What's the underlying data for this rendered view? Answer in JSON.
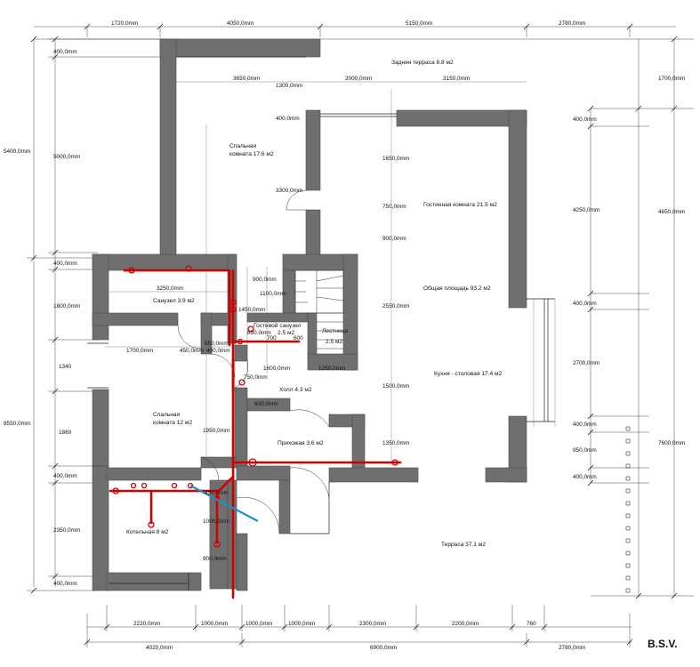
{
  "signature": "B.S.V.",
  "rooms": {
    "back_terrace": "Задняя терраса  8.8 м2",
    "bedroom_top_1": "Спальная",
    "bedroom_top_2": "комната    17.6 м2",
    "living_room": "Гостинная комната   21.5 м2",
    "total_area": "Общая площадь 93.2 м2",
    "bathroom": "Санузел  3.9 м2",
    "guest_bath_1": "Гостевой санузел",
    "guest_bath_2": "2.5 м2",
    "stairs_1": "Лестница",
    "stairs_2": "2.5 м2",
    "kitchen": "Кухня - столовая     17.4 м2",
    "hall": "Холл   4.3 м2",
    "bedroom_left_1": "Спальная",
    "bedroom_left_2": "комната   12 м2",
    "entrance": "Прихожая  3.6 м2",
    "boiler": "Котельная     8 м2",
    "terrace": "Терраса  37.1 м2"
  },
  "dims_top": [
    "1720,0mm",
    "4050,0mm",
    "5150,0mm",
    "2780,0mm"
  ],
  "dims_bottom_1": [
    "2220,0mm",
    "1000,0mm",
    "1000,0mm",
    "1000,0mm",
    "2300,0mm",
    "2200,0mm",
    "760"
  ],
  "dims_bottom_2": [
    "4020,0mm",
    "6900,0mm",
    "2780,0mm"
  ],
  "dims_left_outer": [
    "5400,0mm",
    "8550,0mm"
  ],
  "dims_left_inner": [
    "400,0mm",
    "5000,0mm",
    "400,0mm",
    "1800,0mm",
    "1340",
    "1860",
    "400,0mm",
    "2350,0mm",
    "400,0mm"
  ],
  "dims_right_outer": [
    "1700,0mm",
    "4650,0mm",
    "7600,0mm"
  ],
  "dims_right_inner": [
    "400,0mm",
    "4250,0mm",
    "400,0mm",
    "2700,0mm",
    "400,0mm",
    "950,0mm",
    "400,0mm"
  ],
  "dims_interior": {
    "d3650": "3650,0mm",
    "d1300": "1300,0mm",
    "d2000": "2000,0mm",
    "d3150": "3150,0mm",
    "d400a": "400,0mm",
    "d1650": "1650,0mm",
    "d3300": "3300,0mm",
    "d750a": "750,0mm",
    "d900a": "900,0mm",
    "d3250": "3250,0mm",
    "d900b": "900,0mm",
    "d1100": "1100,0mm",
    "d1450": "1450,0mm",
    "d2550": "2550,0mm",
    "d850a": "850,0mm",
    "d850b": "850,0mm",
    "d700": "700",
    "d600a": "600",
    "d1700": "1700,0mm",
    "d450a": "450,0mm",
    "d400b": "400,0mm",
    "d1600": "1600,0mm",
    "d1250": "1250,0mm",
    "d750b": "750,0mm",
    "d1500": "1500,0mm",
    "d600b": "600,0mm",
    "d1950": "1950,0mm",
    "d1350": "1350,0mm",
    "d450b": "450,0mm",
    "d1000": "1000,0mm",
    "d900c": "900,0mm"
  }
}
